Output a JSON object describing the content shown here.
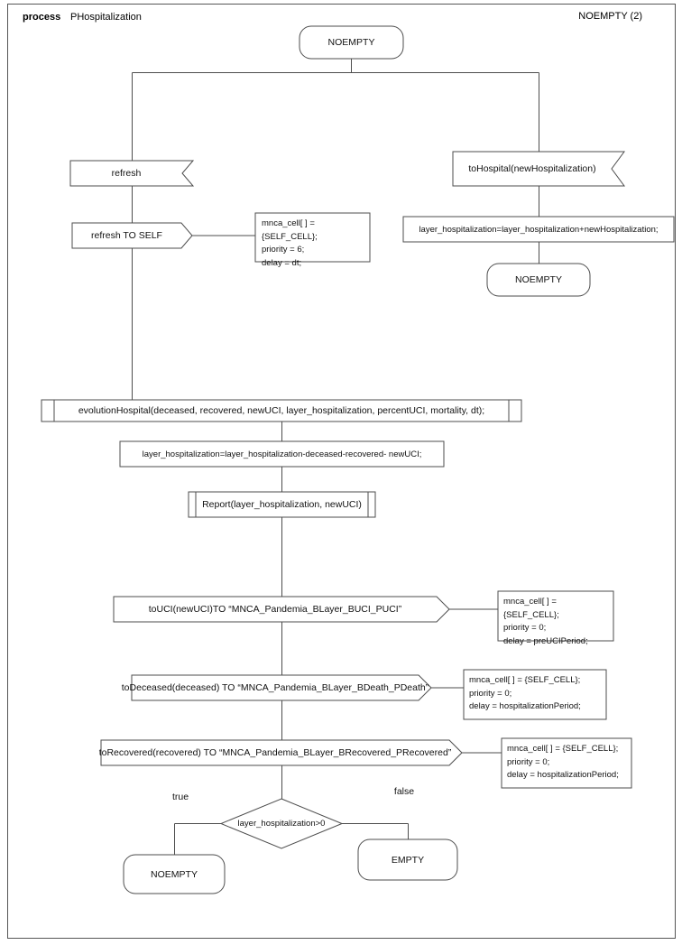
{
  "header": {
    "type_label": "process",
    "process_name": "PHospitalization",
    "state_label": "NOEMPTY (2)"
  },
  "nodes": {
    "start_state": "NOEMPTY",
    "refresh_signal": "refresh",
    "refresh_send": "refresh TO SELF",
    "refresh_params": "mnca_cell[ ] = {SELF_CELL};\npriority = 6;\ndelay = dt;",
    "tohospital_signal": "toHospital(newHospitalization)",
    "hospital_update": "layer_hospitalization=layer_hospitalization+newHospitalization;",
    "hospital_state": "NOEMPTY",
    "evolution_call": "evolutionHospital(deceased, recovered, newUCI, layer_hospitalization, percentUCI, mortality, dt);",
    "hospital_decrement": "layer_hospitalization=layer_hospitalization-deceased-recovered- newUCI;",
    "report_call": "Report(layer_hospitalization, newUCI)",
    "touci_send": "toUCI(newUCI)TO “MNCA_Pandemia_BLayer_BUCI_PUCI”",
    "touci_params": "mnca_cell[ ] = {SELF_CELL};\npriority = 0;\ndelay = preUCIPeriod;",
    "todeceased_send": "toDeceased(deceased) TO “MNCA_Pandemia_BLayer_BDeath_PDeath”",
    "todeceased_params": "mnca_cell[ ] = {SELF_CELL};\npriority = 0;\ndelay = hospitalizationPeriod;",
    "torecovered_send": "toRecovered(recovered) TO “MNCA_Pandemia_BLayer_BRecovered_PRecovered”",
    "torecovered_params": "mnca_cell[ ] = {SELF_CELL};\npriority = 0;\ndelay = hospitalizationPeriod;",
    "decision": "layer_hospitalization>0",
    "true_label": "true",
    "false_label": "false",
    "noempty_end": "NOEMPTY",
    "empty_end": "EMPTY"
  },
  "colors": {
    "line": "#4d4d4d",
    "text": "#000000",
    "background": "#ffffff"
  }
}
